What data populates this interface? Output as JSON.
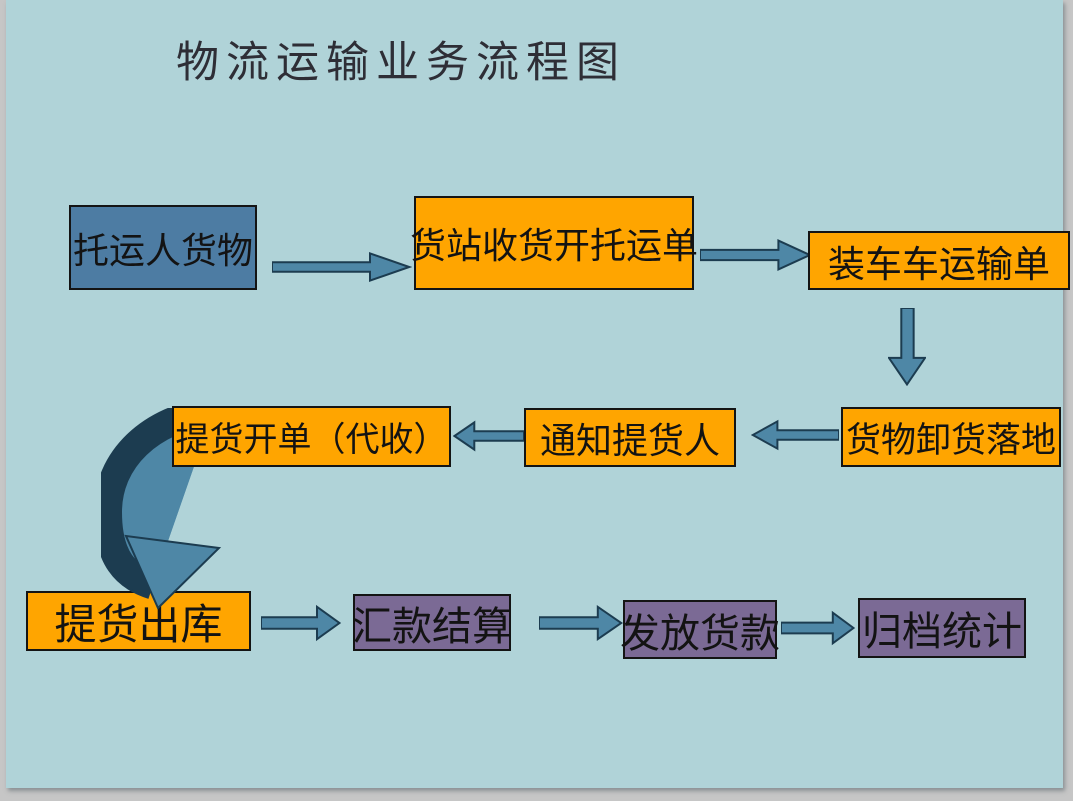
{
  "title": "物流运输业务流程图",
  "boxes": [
    {
      "id": "consignor",
      "label": "托运人货物",
      "style": "blue"
    },
    {
      "id": "freight",
      "label": "货站收货开托运单",
      "style": "orange"
    },
    {
      "id": "loading",
      "label": "装车车运输单",
      "style": "orange"
    },
    {
      "id": "unloading",
      "label": "货物卸货落地",
      "style": "orange"
    },
    {
      "id": "notify",
      "label": "通知提货人",
      "style": "orange"
    },
    {
      "id": "billing",
      "label": "提货开单（代收）",
      "style": "orange"
    },
    {
      "id": "pickup",
      "label": "提货出库",
      "style": "orange"
    },
    {
      "id": "settlement",
      "label": "汇款结算",
      "style": "purple"
    },
    {
      "id": "payment",
      "label": "发放货款",
      "style": "purple"
    },
    {
      "id": "archive",
      "label": "归档统计",
      "style": "purple"
    }
  ],
  "flow_order": [
    "托运人货物 → 货站收货开托运单 → 装车车运输单 → 货物卸货落地 → 通知提货人 → 提货开单（代收） → 提货出库 → 汇款结算 → 发放货款 → 归档统计"
  ],
  "colors": {
    "page_background": "#C6C6C6",
    "slide_background": "#B0D3D8",
    "orange_box": "#FFA500",
    "blue_box": "#4D7CA3",
    "purple_box": "#7B6A95",
    "arrow": "#4E87A6",
    "arrow_outline": "#1C3C50",
    "box_border": "#141414",
    "box_text": "#131313",
    "title_text": "#2E2E36"
  }
}
